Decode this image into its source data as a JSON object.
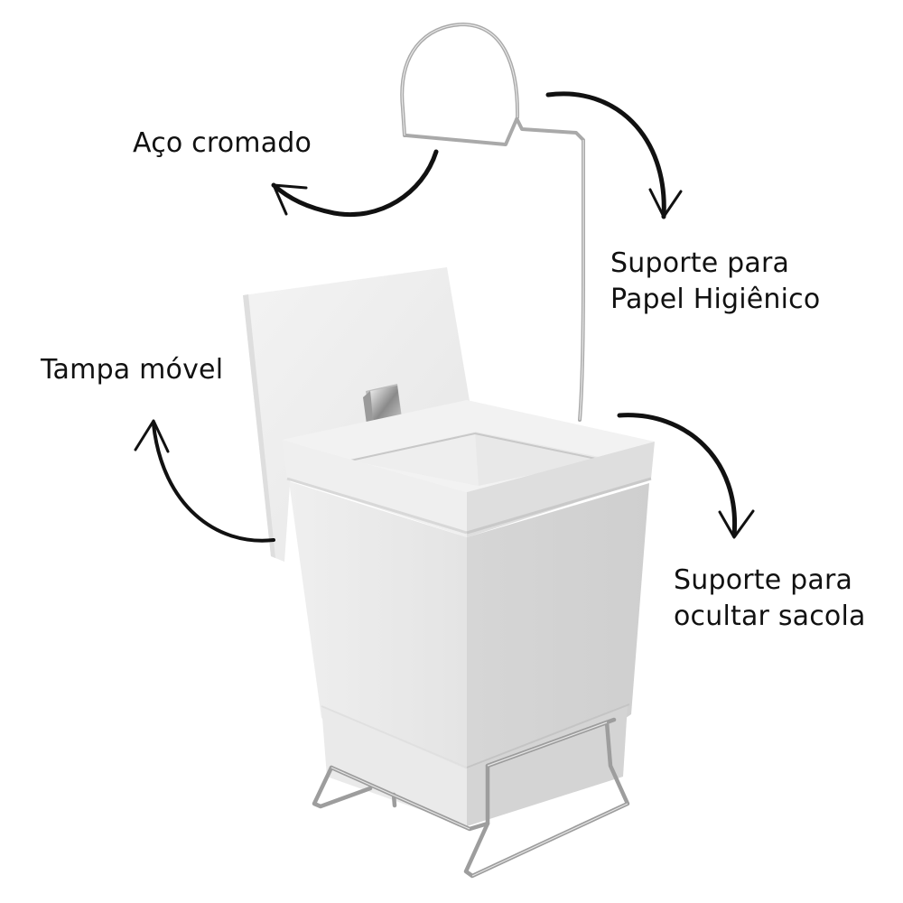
{
  "product": {
    "name": "white square trash bin with chrome wire stand and toilet paper holder",
    "colors": {
      "background": "#ffffff",
      "bin_body_light": "#ececec",
      "bin_body_shadow": "#d2d2d2",
      "chrome": "#a8a8a8",
      "arrows": "#111111",
      "text": "#111111"
    }
  },
  "annotations": [
    {
      "id": "aco",
      "lines": [
        "Aço cromado"
      ],
      "arrow": "curved-left-up"
    },
    {
      "id": "papel",
      "lines": [
        "Suporte para",
        "Papel Higiênico"
      ],
      "arrow": "curved-right-down"
    },
    {
      "id": "tampa",
      "lines": [
        "Tampa móvel"
      ],
      "arrow": "curved-left-up"
    },
    {
      "id": "sacola",
      "lines": [
        "Suporte para",
        "ocultar sacola"
      ],
      "arrow": "curved-right-down"
    }
  ]
}
